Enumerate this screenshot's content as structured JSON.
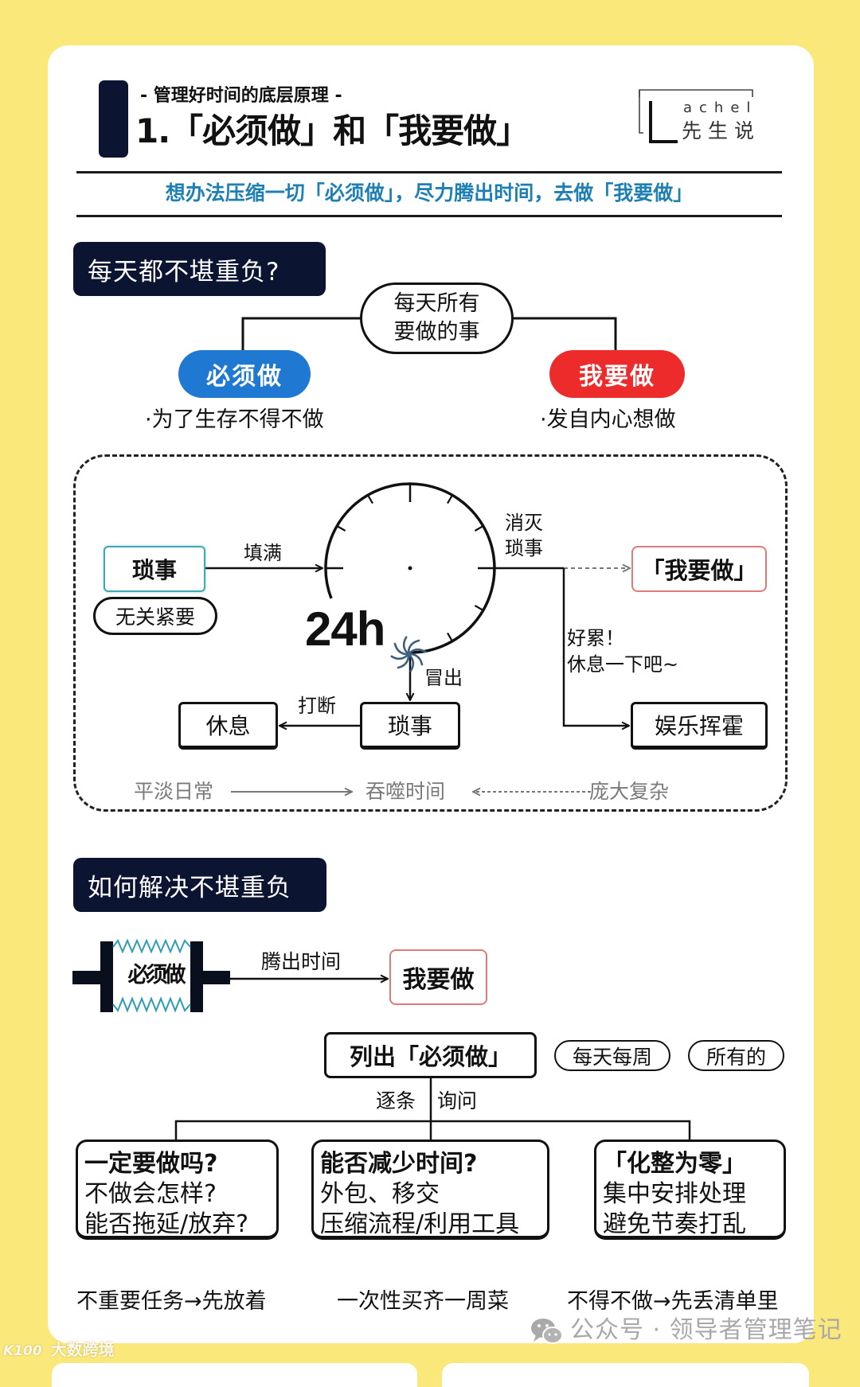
{
  "page": {
    "background": "#fbe87a",
    "card_background": "#ffffff"
  },
  "colors": {
    "navy": "#0b1430",
    "must_blue": "#1f78d1",
    "want_red": "#ee2b2b",
    "trivia_teal": "#3ea8b8",
    "want_border_pink": "#e07a7a",
    "tagline_blue": "#1e7fb5",
    "legend_gray": "#7a7a7a",
    "spring_teal": "#2d9db5"
  },
  "header": {
    "kicker": "- 管理好时间的底层原理 -",
    "title": "1.「必须做」和「我要做」",
    "tagline": "想办法压缩一切「必须做」，尽力腾出时间，去做「我要做」",
    "logo": {
      "latin": "achel",
      "cjk": "先生说"
    }
  },
  "overload": {
    "label": "每天都不堪重负?",
    "root_lines": [
      "每天所有",
      "要做的事"
    ],
    "must": {
      "label": "必须做",
      "desc": "·为了生存不得不做"
    },
    "want": {
      "label": "我要做",
      "desc": "·发自内心想做"
    }
  },
  "cycle": {
    "trivia_box": "琐事",
    "trivia_tag": "无关紧要",
    "fill_label": "填满",
    "clock_label": "24h",
    "emerge_label": "冒出",
    "eliminate_lines": [
      "消灭",
      "琐事"
    ],
    "want_box": "「我要做」",
    "tired_lines": [
      "好累！",
      "休息一下吧~"
    ],
    "rest_box": "休息",
    "interrupt_label": "打断",
    "trivia_box_bottom": "琐事",
    "fun_box": "娱乐挥霍",
    "legend": {
      "left": "平淡日常",
      "center": "吞噬时间",
      "right": "庞大复杂"
    }
  },
  "solution": {
    "label": "如何解决不堪重负",
    "dumbbell_label": "必须做",
    "free_time_label": "腾出时间",
    "want_box": "我要做",
    "list_box": "列出「必须做」",
    "scope_tags": [
      "每天每周",
      "所有的"
    ],
    "ask_left": "逐条",
    "ask_right": "询问",
    "cards": [
      {
        "title": "一定要做吗?",
        "lines": [
          "不做会怎样?",
          "能否拖延/放弃?"
        ]
      },
      {
        "title": "能否减少时间?",
        "lines": [
          "外包、移交",
          "压缩流程/利用工具"
        ]
      },
      {
        "title": "「化整为零」",
        "lines": [
          "集中安排处理",
          "避免节奏打乱"
        ]
      }
    ],
    "examples": [
      "不重要任务→先放着",
      "一次性买齐一周菜",
      "不得不做→先丢清单里"
    ]
  },
  "watermarks": {
    "wechat": "公众号 · 领导者管理笔记",
    "corner_logo": "K100",
    "corner": "大数跨境"
  }
}
